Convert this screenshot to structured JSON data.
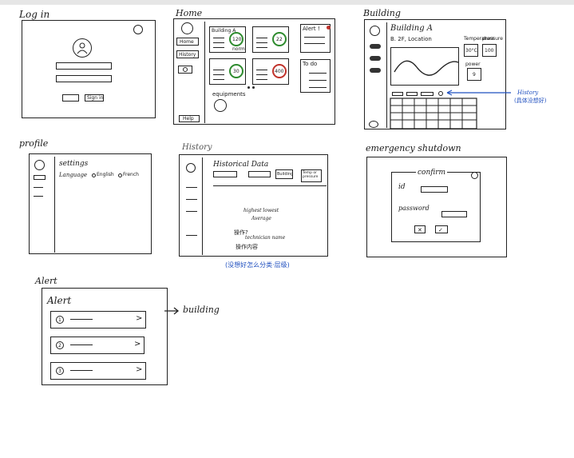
{
  "screens": {
    "login": {
      "title": "Log in",
      "signin_label": "Sign in"
    },
    "home": {
      "title": "Home",
      "nav": [
        "Home",
        "History"
      ],
      "card_title": "Building A",
      "card_values": [
        "120",
        "22",
        "30",
        "400"
      ],
      "card_sub": "norm",
      "alert_title": "Alert !",
      "todo_title": "To do",
      "equipments_label": "equipments",
      "help_label": "Help"
    },
    "building": {
      "title": "Building",
      "name": "Building A",
      "location": "B. 2F, Location",
      "metrics": [
        {
          "label": "Temperature",
          "value": "30°C"
        },
        {
          "label": "pressure",
          "value": "100"
        },
        {
          "label": "power",
          "value": "9"
        }
      ],
      "history_note": "History",
      "history_note_sub": "(具体没想好)"
    },
    "profile": {
      "title": "profile",
      "settings_label": "settings",
      "language_label": "Language",
      "options": [
        "English",
        "French"
      ]
    },
    "history": {
      "title": "History",
      "heading": "Historical Data",
      "filters": [
        "Building",
        "Temp or pressure"
      ],
      "stats": [
        "highest  lowest",
        "Average"
      ],
      "fields": [
        "操作?",
        "technician name",
        "操作内容"
      ],
      "note": "(没想好怎么分类·层级)"
    },
    "emergency": {
      "title": "emergency shutdown",
      "confirm_label": "confirm",
      "id_label": "id",
      "password_label": "password"
    },
    "alert": {
      "title": "Alert",
      "panel_title": "Alert",
      "items": [
        "1",
        "2",
        "3"
      ],
      "arrow_target": "building"
    }
  }
}
